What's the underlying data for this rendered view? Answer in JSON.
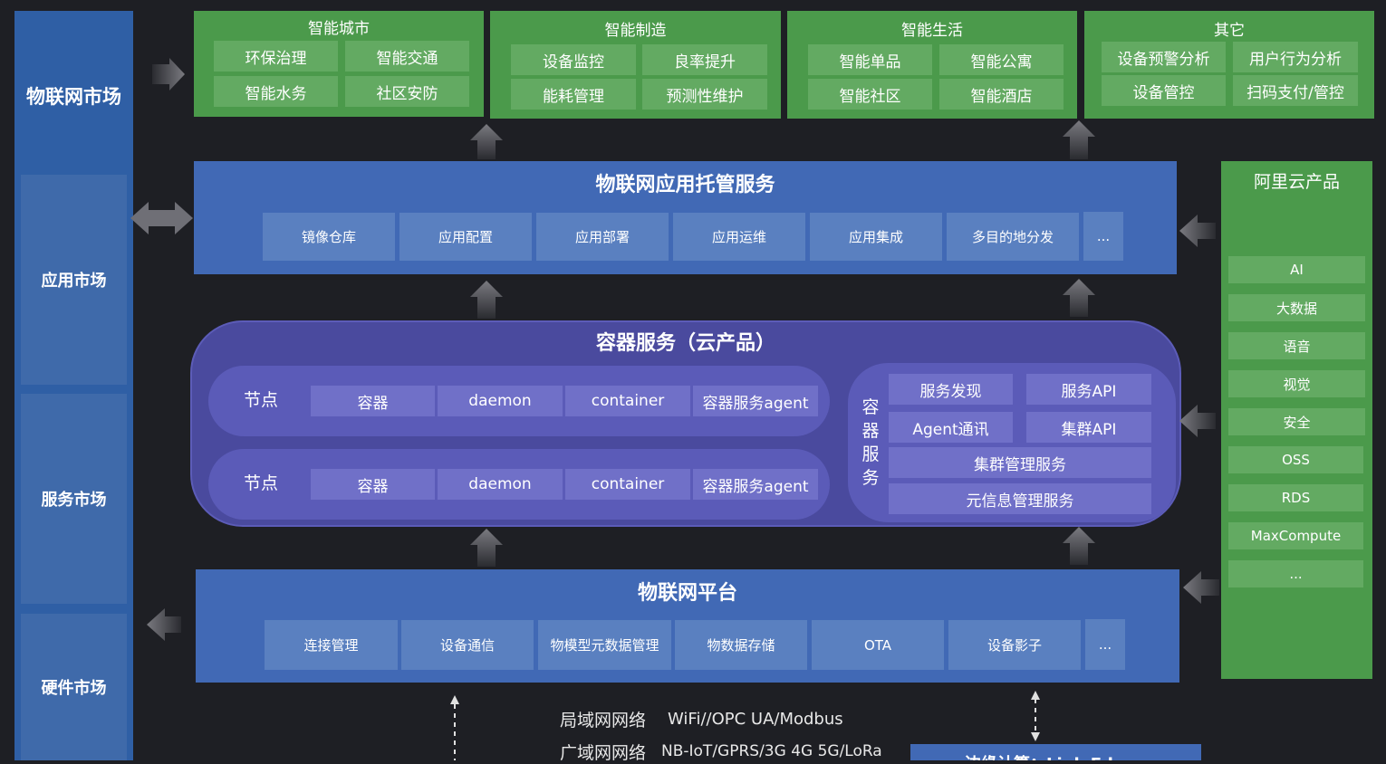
{
  "left_column": {
    "iot_market": "物联网市场",
    "app_market": "应用市场",
    "service_market": "服务市场",
    "hardware_market": "硬件市场"
  },
  "top_groups": [
    {
      "title": "智能城市",
      "items": [
        "环保治理",
        "智能交通",
        "智能水务",
        "社区安防"
      ]
    },
    {
      "title": "智能制造",
      "items": [
        "设备监控",
        "良率提升",
        "能耗管理",
        "预测性维护"
      ]
    },
    {
      "title": "智能生活",
      "items": [
        "智能单品",
        "智能公寓",
        "智能社区",
        "智能酒店"
      ]
    },
    {
      "title": "其它",
      "items": [
        "设备预警分析",
        "用户行为分析",
        "设备管控",
        "扫码支付/管控"
      ]
    }
  ],
  "app_hosting": {
    "title": "物联网应用托管服务",
    "items": [
      "镜像仓库",
      "应用配置",
      "应用部署",
      "应用运维",
      "应用集成",
      "多目的地分发",
      "..."
    ]
  },
  "container_service": {
    "title": "容器服务（云产品）",
    "nodes": [
      {
        "label": "节点",
        "items": [
          "容器",
          "daemon",
          "container",
          "容器服务agent"
        ]
      },
      {
        "label": "节点",
        "items": [
          "容器",
          "daemon",
          "container",
          "容器服务agent"
        ]
      }
    ],
    "service_label": [
      "容",
      "器",
      "服",
      "务"
    ],
    "services": {
      "discovery": "服务发现",
      "api": "服务API",
      "agent_comm": "Agent通讯",
      "cluster_api": "集群API",
      "cluster_mgmt": "集群管理服务",
      "meta_mgmt": "元信息管理服务"
    }
  },
  "iot_platform": {
    "title": "物联网平台",
    "items": [
      "连接管理",
      "设备通信",
      "物模型元数据管理",
      "物数据存储",
      "OTA",
      "设备影子",
      "..."
    ]
  },
  "aliyun": {
    "title": "阿里云产品",
    "items": [
      "AI",
      "大数据",
      "语音",
      "视觉",
      "安全",
      "OSS",
      "RDS",
      "MaxCompute",
      "..."
    ]
  },
  "network": {
    "lan_label": "局域网网络",
    "lan_value": "WiFi//OPC UA/Modbus",
    "wan_label": "广域网网络",
    "wan_value": "NB-IoT/GPRS/3G 4G 5G/LoRa",
    "edge_partial": "边缘计算：Link Edge"
  },
  "colors": {
    "background": "#1e1f24",
    "green": "#4b9a4b",
    "blue": "#4169b5",
    "purple": "#4a4a9e"
  }
}
